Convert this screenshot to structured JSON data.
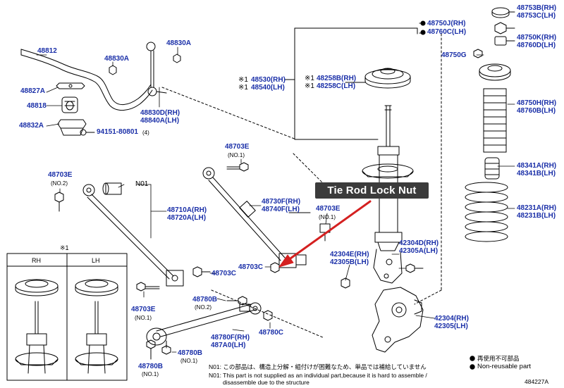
{
  "labels": {
    "p48812": "48812",
    "p48830A_top": "48830A",
    "p48830A_left": "48830A",
    "p48827A": "48827A",
    "p48818": "48818",
    "p48832A": "48832A",
    "p94151": "94151-80801",
    "p94151_qty": "(4)",
    "p48830D": "48830D(RH)",
    "p48840A": "48840A(LH)",
    "p48530_mark": "※1",
    "p48530": "48530(RH)",
    "p48540_mark": "※1",
    "p48540": "48540(LH)",
    "p48258B_mark": "※1",
    "p48258B": "48258B(RH)",
    "p48258C_mark": "※1",
    "p48258C": "48258C(LH)",
    "p48750J": "48750J(RH)",
    "p48760C": "48760C(LH)",
    "p48753B": "48753B(RH)",
    "p48753C": "48753C(LH)",
    "p48750K": "48750K(RH)",
    "p48760D": "48760D(LH)",
    "p48750G": "48750G",
    "p48750H": "48750H(RH)",
    "p48760B": "48760B(LH)",
    "p48341A": "48341A(RH)",
    "p48341B": "48341B(LH)",
    "p48231A": "48231A(RH)",
    "p48231B": "48231B(LH)",
    "p48703E_a": "48703E",
    "p48703E_a_sub": "(NO.2)",
    "p48703E_b": "48703E",
    "p48703E_b_sub": "(NO.1)",
    "p48703E_c": "48703E",
    "p48703E_c_sub": "(NO.1)",
    "p48703E_d": "48703E",
    "p48703E_d_sub": "(NO.1)",
    "pN01": "N01",
    "p48710A": "48710A(RH)",
    "p48720A": "48720A(LH)",
    "p48730F": "48730F(RH)",
    "p48740F": "48740F(LH)",
    "p48703C_a": "48703C",
    "p48703C_b": "48703C",
    "p42304D": "42304D(RH)",
    "p42305A": "42305A(LH)",
    "p42304E": "42304E(RH)",
    "p42305B": "42305B(LH)",
    "p48780B_top": "48780B",
    "p48780B_top_sub": "(NO.2)",
    "p48780C": "48780C",
    "p42304": "42304(RH)",
    "p42305": "42305(LH)",
    "p48780F": "48780F(RH)",
    "p487A0": "487A0(LH)",
    "p48780B_mid": "48780B",
    "p48780B_mid_sub": "(NO.1)",
    "p48780B_low": "48780B",
    "p48780B_low_sub": "(NO.1)"
  },
  "inset": {
    "mark": "※1",
    "rh": "RH",
    "lh": "LH"
  },
  "callout": {
    "text": "Tie Rod Lock Nut"
  },
  "legend": {
    "reuse_jp": "再使用不可部品",
    "nonreuse_en": "Non-reusable part"
  },
  "footnote": {
    "n01_jp": "N01: この部品は、構造上分解・組付けが困難なため、単品では補給していません",
    "n01_en_1": "N01: This part is not supplied as an individual part,because it is hard to assemble /",
    "n01_en_2": "disassemble due to the structure"
  },
  "figure_id": "484227A",
  "colors": {
    "label_blue": "#1a2fa8",
    "arrow_red": "#d42020",
    "callout_bg": "#3b3b3b"
  }
}
